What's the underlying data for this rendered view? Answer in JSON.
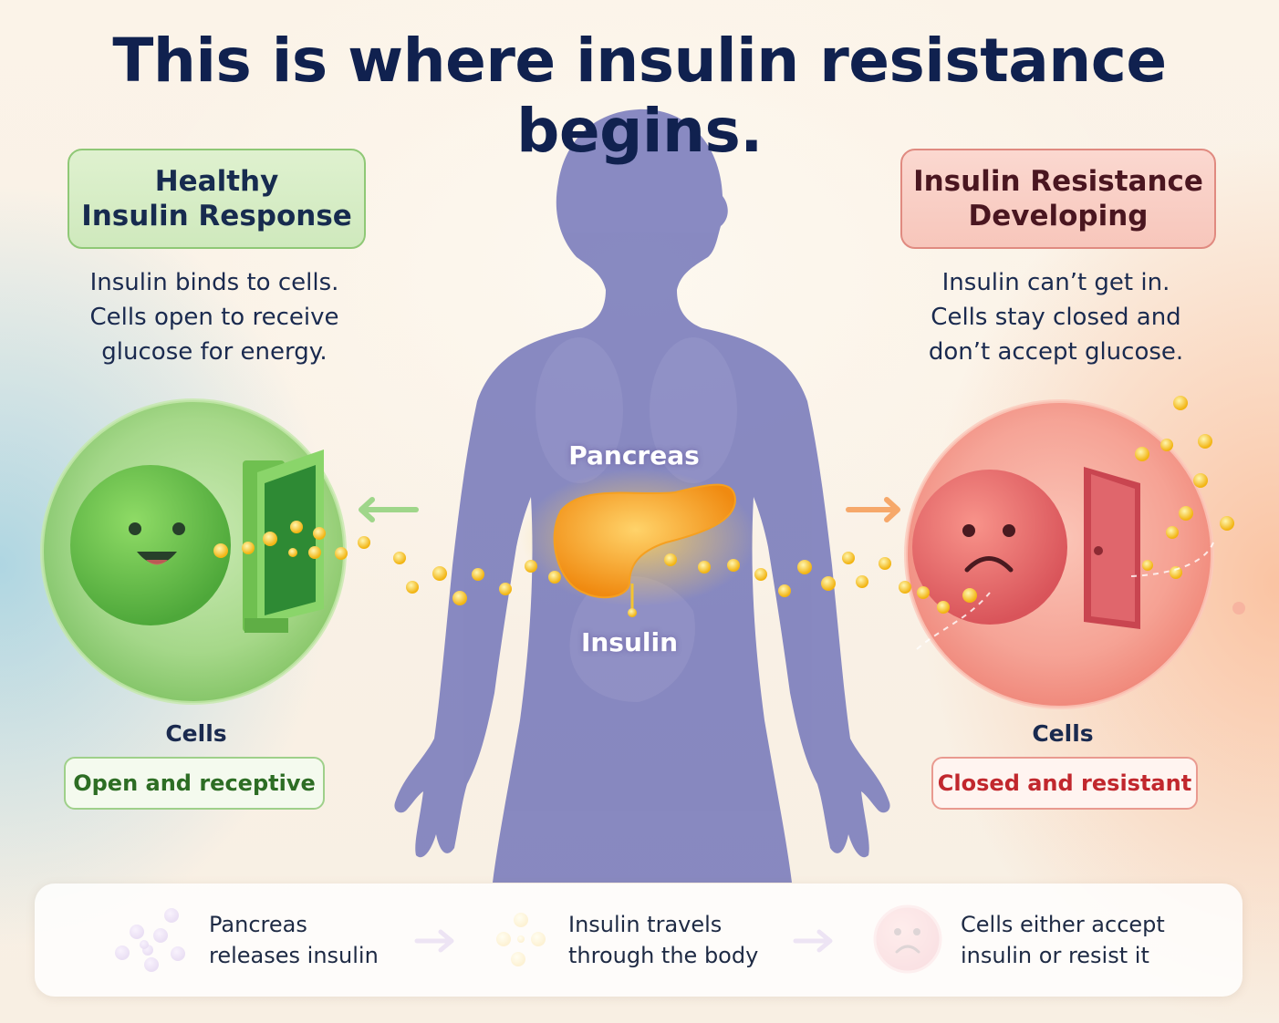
{
  "title": "This is where insulin resistance begins.",
  "healthy": {
    "heading": "Healthy\nInsulin Response",
    "description": "Insulin binds to cells.\nCells open to receive\nglucose for energy.",
    "cells_label": "Cells",
    "status": "Open and receptive"
  },
  "resistant": {
    "heading": "Insulin Resistance\nDeveloping",
    "description": "Insulin can’t get in.\nCells stay closed and\ndon’t accept glucose.",
    "cells_label": "Cells",
    "status": "Closed and resistant"
  },
  "body": {
    "pancreas_label": "Pancreas",
    "insulin_label": "Insulin"
  },
  "legend": {
    "step1": "Pancreas\nreleases insulin",
    "step2": "Insulin travels\nthrough the body",
    "step3": "Cells either accept\ninsulin or resist it"
  },
  "colors": {
    "title": "#10214f",
    "healthy_green": "#6dbb4f",
    "resistant_red": "#e86a6a",
    "body_purple": "#6f72b8",
    "insulin_gold": "#f8c51c",
    "pancreas_orange": "#f7a11e"
  }
}
